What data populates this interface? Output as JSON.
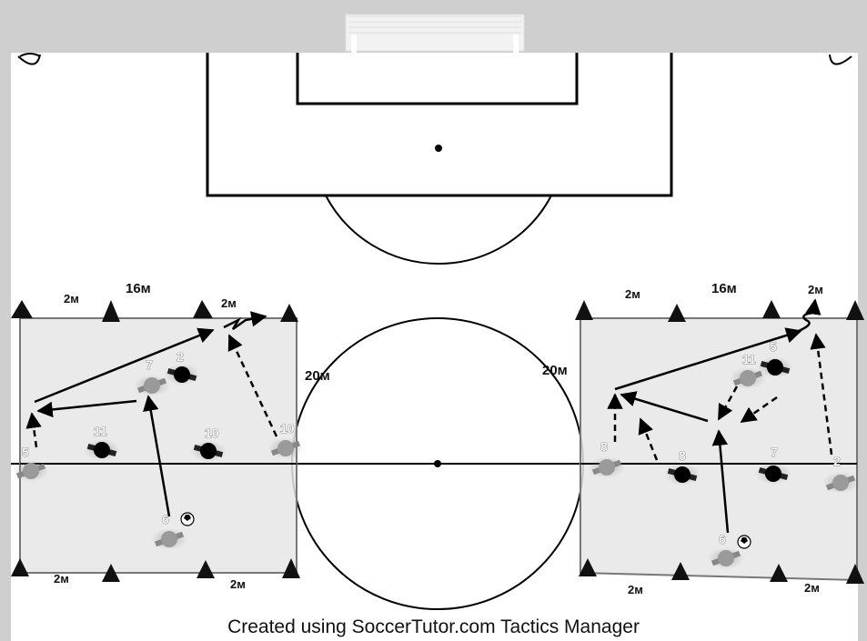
{
  "left_area": {
    "width_label": "16м",
    "side_label": "20м",
    "gap_labels": [
      "2м",
      "2м",
      "2м",
      "2м"
    ]
  },
  "right_area": {
    "width_label": "16м",
    "side_label": "20м",
    "gap_labels": [
      "2м",
      "2м",
      "2м",
      "2м"
    ]
  },
  "players": [
    {
      "id": "l5",
      "number": "5",
      "team": "grey"
    },
    {
      "id": "l7",
      "number": "7",
      "team": "grey"
    },
    {
      "id": "l2",
      "number": "2",
      "team": "black"
    },
    {
      "id": "l11",
      "number": "11",
      "team": "black"
    },
    {
      "id": "l10b",
      "number": "10",
      "team": "black"
    },
    {
      "id": "l10g",
      "number": "10",
      "team": "grey"
    },
    {
      "id": "l6",
      "number": "6",
      "team": "grey"
    },
    {
      "id": "r5",
      "number": "5",
      "team": "black"
    },
    {
      "id": "r11",
      "number": "11",
      "team": "grey"
    },
    {
      "id": "r8g",
      "number": "8",
      "team": "grey"
    },
    {
      "id": "r8b",
      "number": "8",
      "team": "black"
    },
    {
      "id": "r7",
      "number": "7",
      "team": "black"
    },
    {
      "id": "r2",
      "number": "2",
      "team": "grey"
    },
    {
      "id": "r6",
      "number": "6",
      "team": "grey"
    }
  ],
  "credit": "Created using SoccerTutor.com Tactics Manager"
}
